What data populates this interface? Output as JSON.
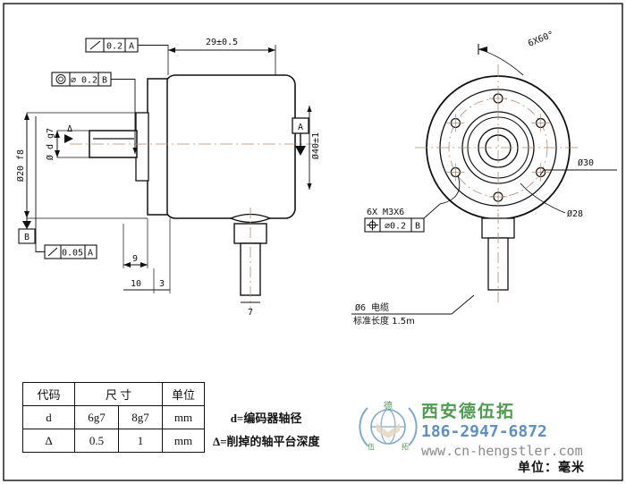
{
  "page": {
    "unit_note": "单位：毫米",
    "border": true
  },
  "left_view": {
    "name": "side-elevation",
    "top_dimension": "29±0.5",
    "body_diameter": "Ø40±1",
    "flange_diameter": "Ø20 f8",
    "shaft_diameter": "Ø d g7",
    "flat_symbol": "Δ",
    "datum_a": "A",
    "datum_b": "B",
    "datum_a_arrow": "A",
    "gdt_frames": [
      {
        "symbol": "perpendicularity",
        "glyph": "⟋",
        "value": "0.2",
        "datum": "A"
      },
      {
        "symbol": "circular-runout",
        "glyph": "◎",
        "value": "⌀ 0.2",
        "datum": "B"
      },
      {
        "symbol": "perpendicularity",
        "glyph": "⟋",
        "value": "0.05",
        "datum": "A"
      }
    ],
    "linear_dims": [
      "9",
      "10",
      "3",
      "7"
    ]
  },
  "right_view": {
    "name": "front-face",
    "bolt_angle": "6X60°",
    "thread_callout": "6X  M3X6",
    "thread_gdt": {
      "symbol": "position",
      "value": "⌀0.2",
      "datum": "B"
    },
    "bolt_circle": "Ø30",
    "pilot_diameter": "Ø28",
    "cable_dia": "Ø6  电缆",
    "cable_len": "标准长度 1.5m"
  },
  "table": {
    "headers": [
      "代码",
      "尺  寸",
      "单位"
    ],
    "rows": [
      {
        "code": "d",
        "dim1": "6g7",
        "dim2": "8g7",
        "unit": "mm",
        "note": "d=编码器轴径"
      },
      {
        "code": "Δ",
        "dim1": "0.5",
        "dim2": "1",
        "unit": "mm",
        "note": "Δ=削掉的轴平台深度"
      }
    ]
  },
  "brand": {
    "name": "西安德伍拓",
    "phone": "186-2947-6872",
    "website": "www.cn-hengstler.com",
    "colors": {
      "name": "#4f9b52",
      "phone": "#5f8fc4",
      "web": "#8b8b8b",
      "logo": "#7fa9cf"
    }
  }
}
